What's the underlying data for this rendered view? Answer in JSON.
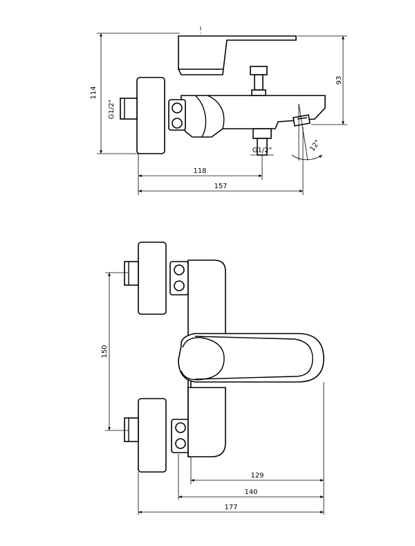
{
  "drawing": {
    "side_view": {
      "dim_height_total": "114",
      "dim_spout_height": "93",
      "dim_inlet_to_outlet": "118",
      "dim_overall_depth": "157",
      "thread_inlet": "G1/2\"",
      "thread_outlet": "G1/2\"",
      "spout_angle": "12°"
    },
    "top_view": {
      "dim_inlet_spacing": "150",
      "dim_depth_1": "129",
      "dim_depth_2": "140",
      "dim_depth_3": "177"
    }
  }
}
